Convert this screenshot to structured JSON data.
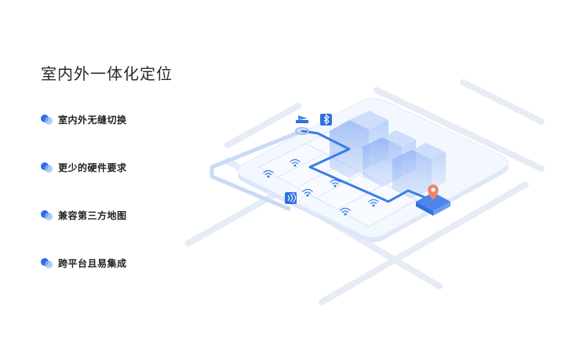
{
  "title": "室内外一体化定位",
  "features": [
    {
      "label": "室内外无缝切换"
    },
    {
      "label": "更少的硬件要求"
    },
    {
      "label": "兼容第三方地图"
    },
    {
      "label": "跨平台且易集成"
    }
  ],
  "illustration": {
    "icons": [
      "bluetooth-icon",
      "location-pin-icon",
      "nfc-icon",
      "wifi-icon",
      "user-position-icon"
    ],
    "colors": {
      "accent": "#2f6fe0",
      "route": "#3a7de6",
      "pin": "#f0836a",
      "floor": "#eef3fc",
      "building": "#8fb3f5"
    }
  }
}
